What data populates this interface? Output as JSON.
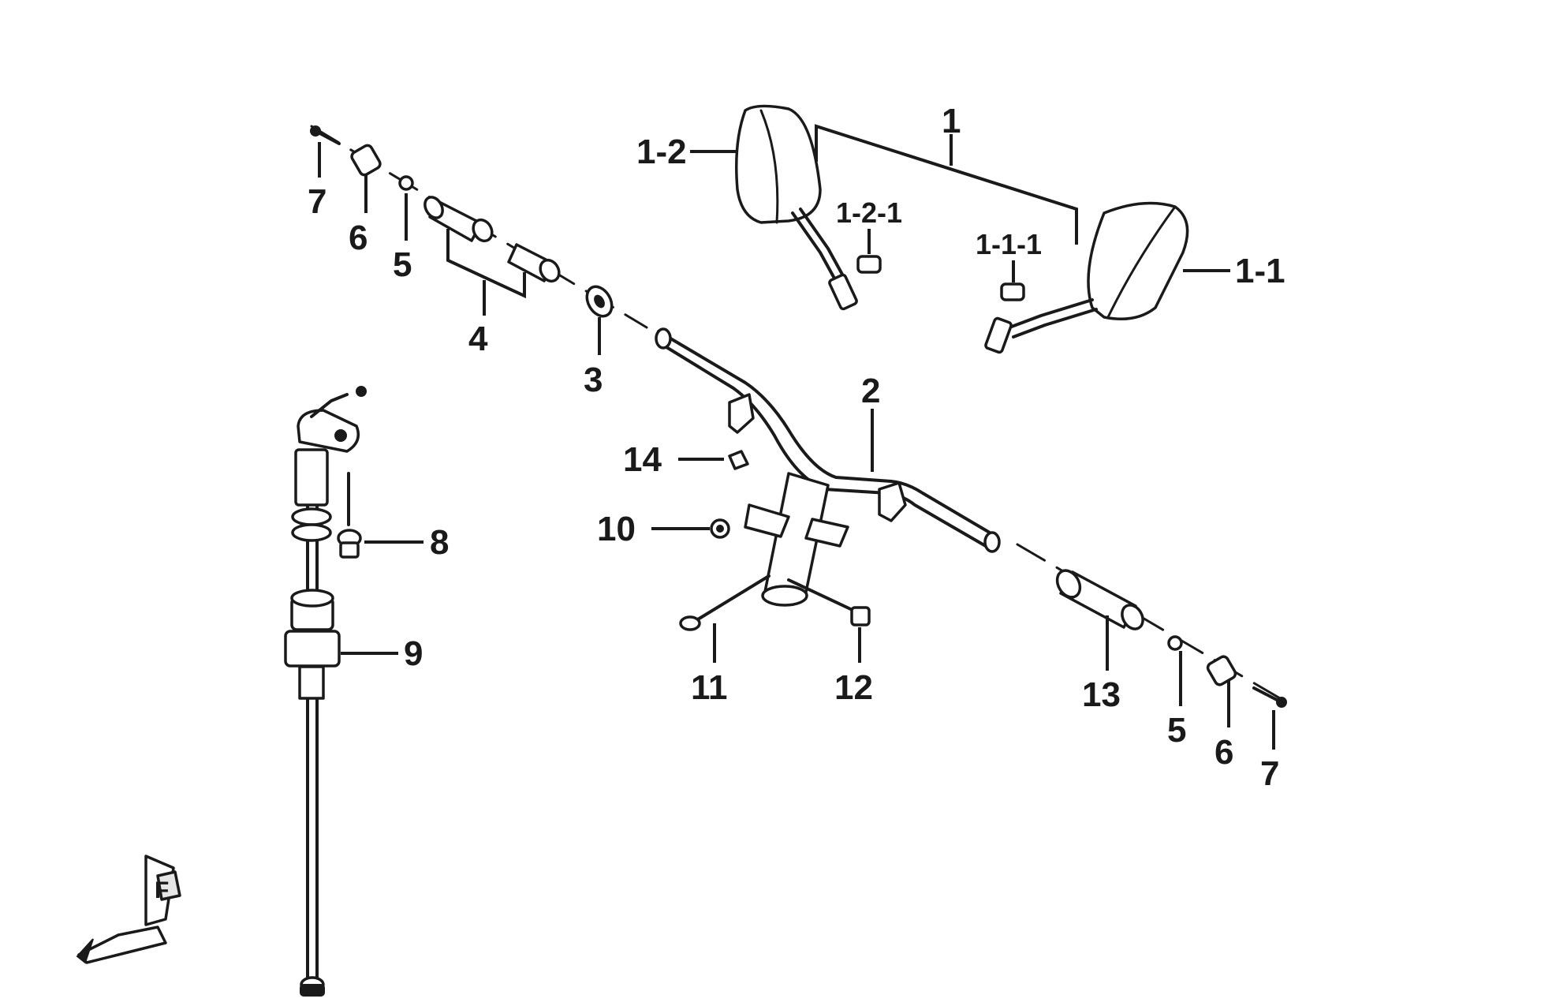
{
  "labels": {
    "p1": "1",
    "p1_1": "1-1",
    "p1_1_1": "1-1-1",
    "p1_2": "1-2",
    "p1_2_1": "1-2-1",
    "p2": "2",
    "p3": "3",
    "p4": "4",
    "p5_left": "5",
    "p5_right": "5",
    "p6_left": "6",
    "p6_right": "6",
    "p7_left": "7",
    "p7_right": "7",
    "p8": "8",
    "p9": "9",
    "p10": "10",
    "p11": "11",
    "p12": "12",
    "p13": "13",
    "p14": "14",
    "front_marker": "F"
  },
  "colors": {
    "ink": "#1a1a1a",
    "background": "#ffffff"
  }
}
